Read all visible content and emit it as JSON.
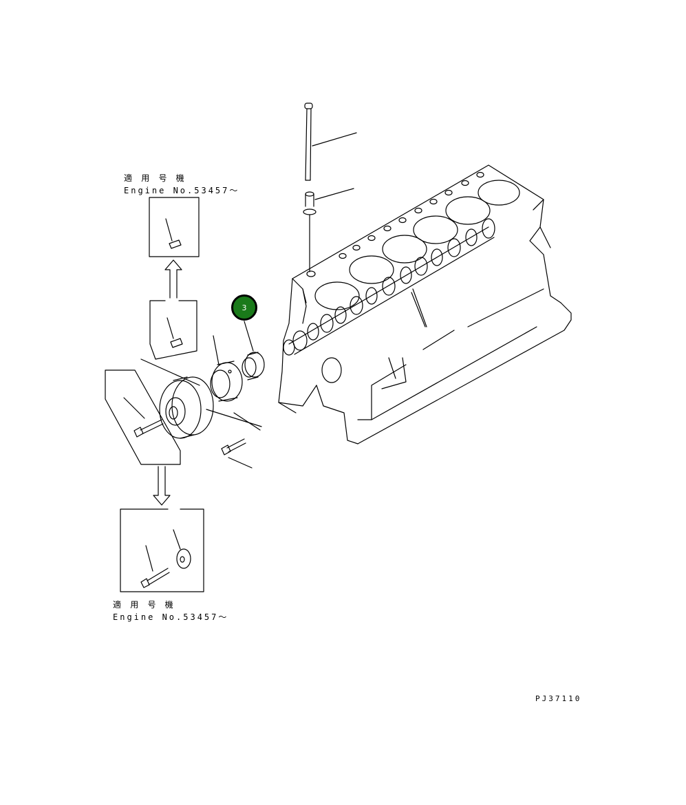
{
  "labels": {
    "top_note_jp": "適 用 号 機",
    "top_note_en": "Engine No.53457～",
    "bottom_note_jp": "適 用 号 機",
    "bottom_note_en": "Engine No.53457～",
    "drawing_number": "PJ37110",
    "callout_number": "3"
  },
  "colors": {
    "line": "#000000",
    "callout_fill": "#1a7a1a",
    "callout_text": "#ffffff",
    "background": "#ffffff"
  }
}
